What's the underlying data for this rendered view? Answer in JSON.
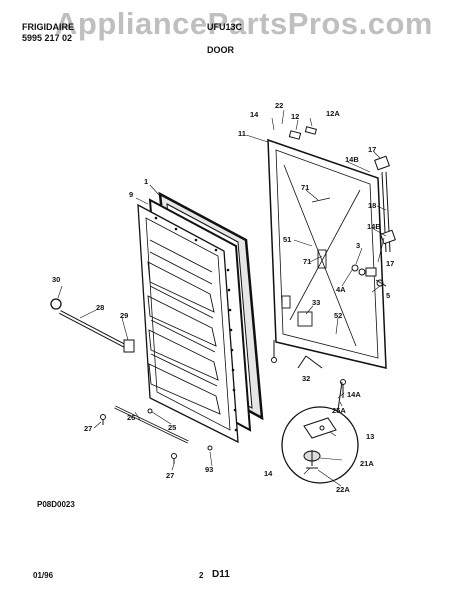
{
  "header": {
    "left_line1": "FRIGIDAIRE",
    "left_line2": "5995 217 02",
    "model": "UFU13C",
    "section": "DOOR"
  },
  "watermark": "AppliancePartsPros.com",
  "diagram_code": "P08D0023",
  "footer": {
    "date": "01/96",
    "page": "2",
    "figure": "D11"
  },
  "callouts": {
    "c1": "1",
    "c9": "9",
    "c11": "11",
    "c12": "12",
    "c12A": "12A",
    "c13": "13",
    "c14a": "14",
    "c14b": "14",
    "c14A": "14A",
    "c14B1": "14B",
    "c14B2": "14B",
    "c17a": "17",
    "c17b": "17",
    "c18": "18",
    "c21A": "21A",
    "c22": "22",
    "c22A": "22A",
    "c25": "25",
    "c25A": "25A",
    "c26": "26",
    "c27a": "27",
    "c27b": "27",
    "c28": "28",
    "c29": "29",
    "c30": "30",
    "c3": "3",
    "c4A": "4A",
    "c5": "5",
    "c32": "32",
    "c33": "33",
    "c51": "51",
    "c52": "52",
    "c71a": "71",
    "c71b": "71",
    "c93": "93"
  }
}
